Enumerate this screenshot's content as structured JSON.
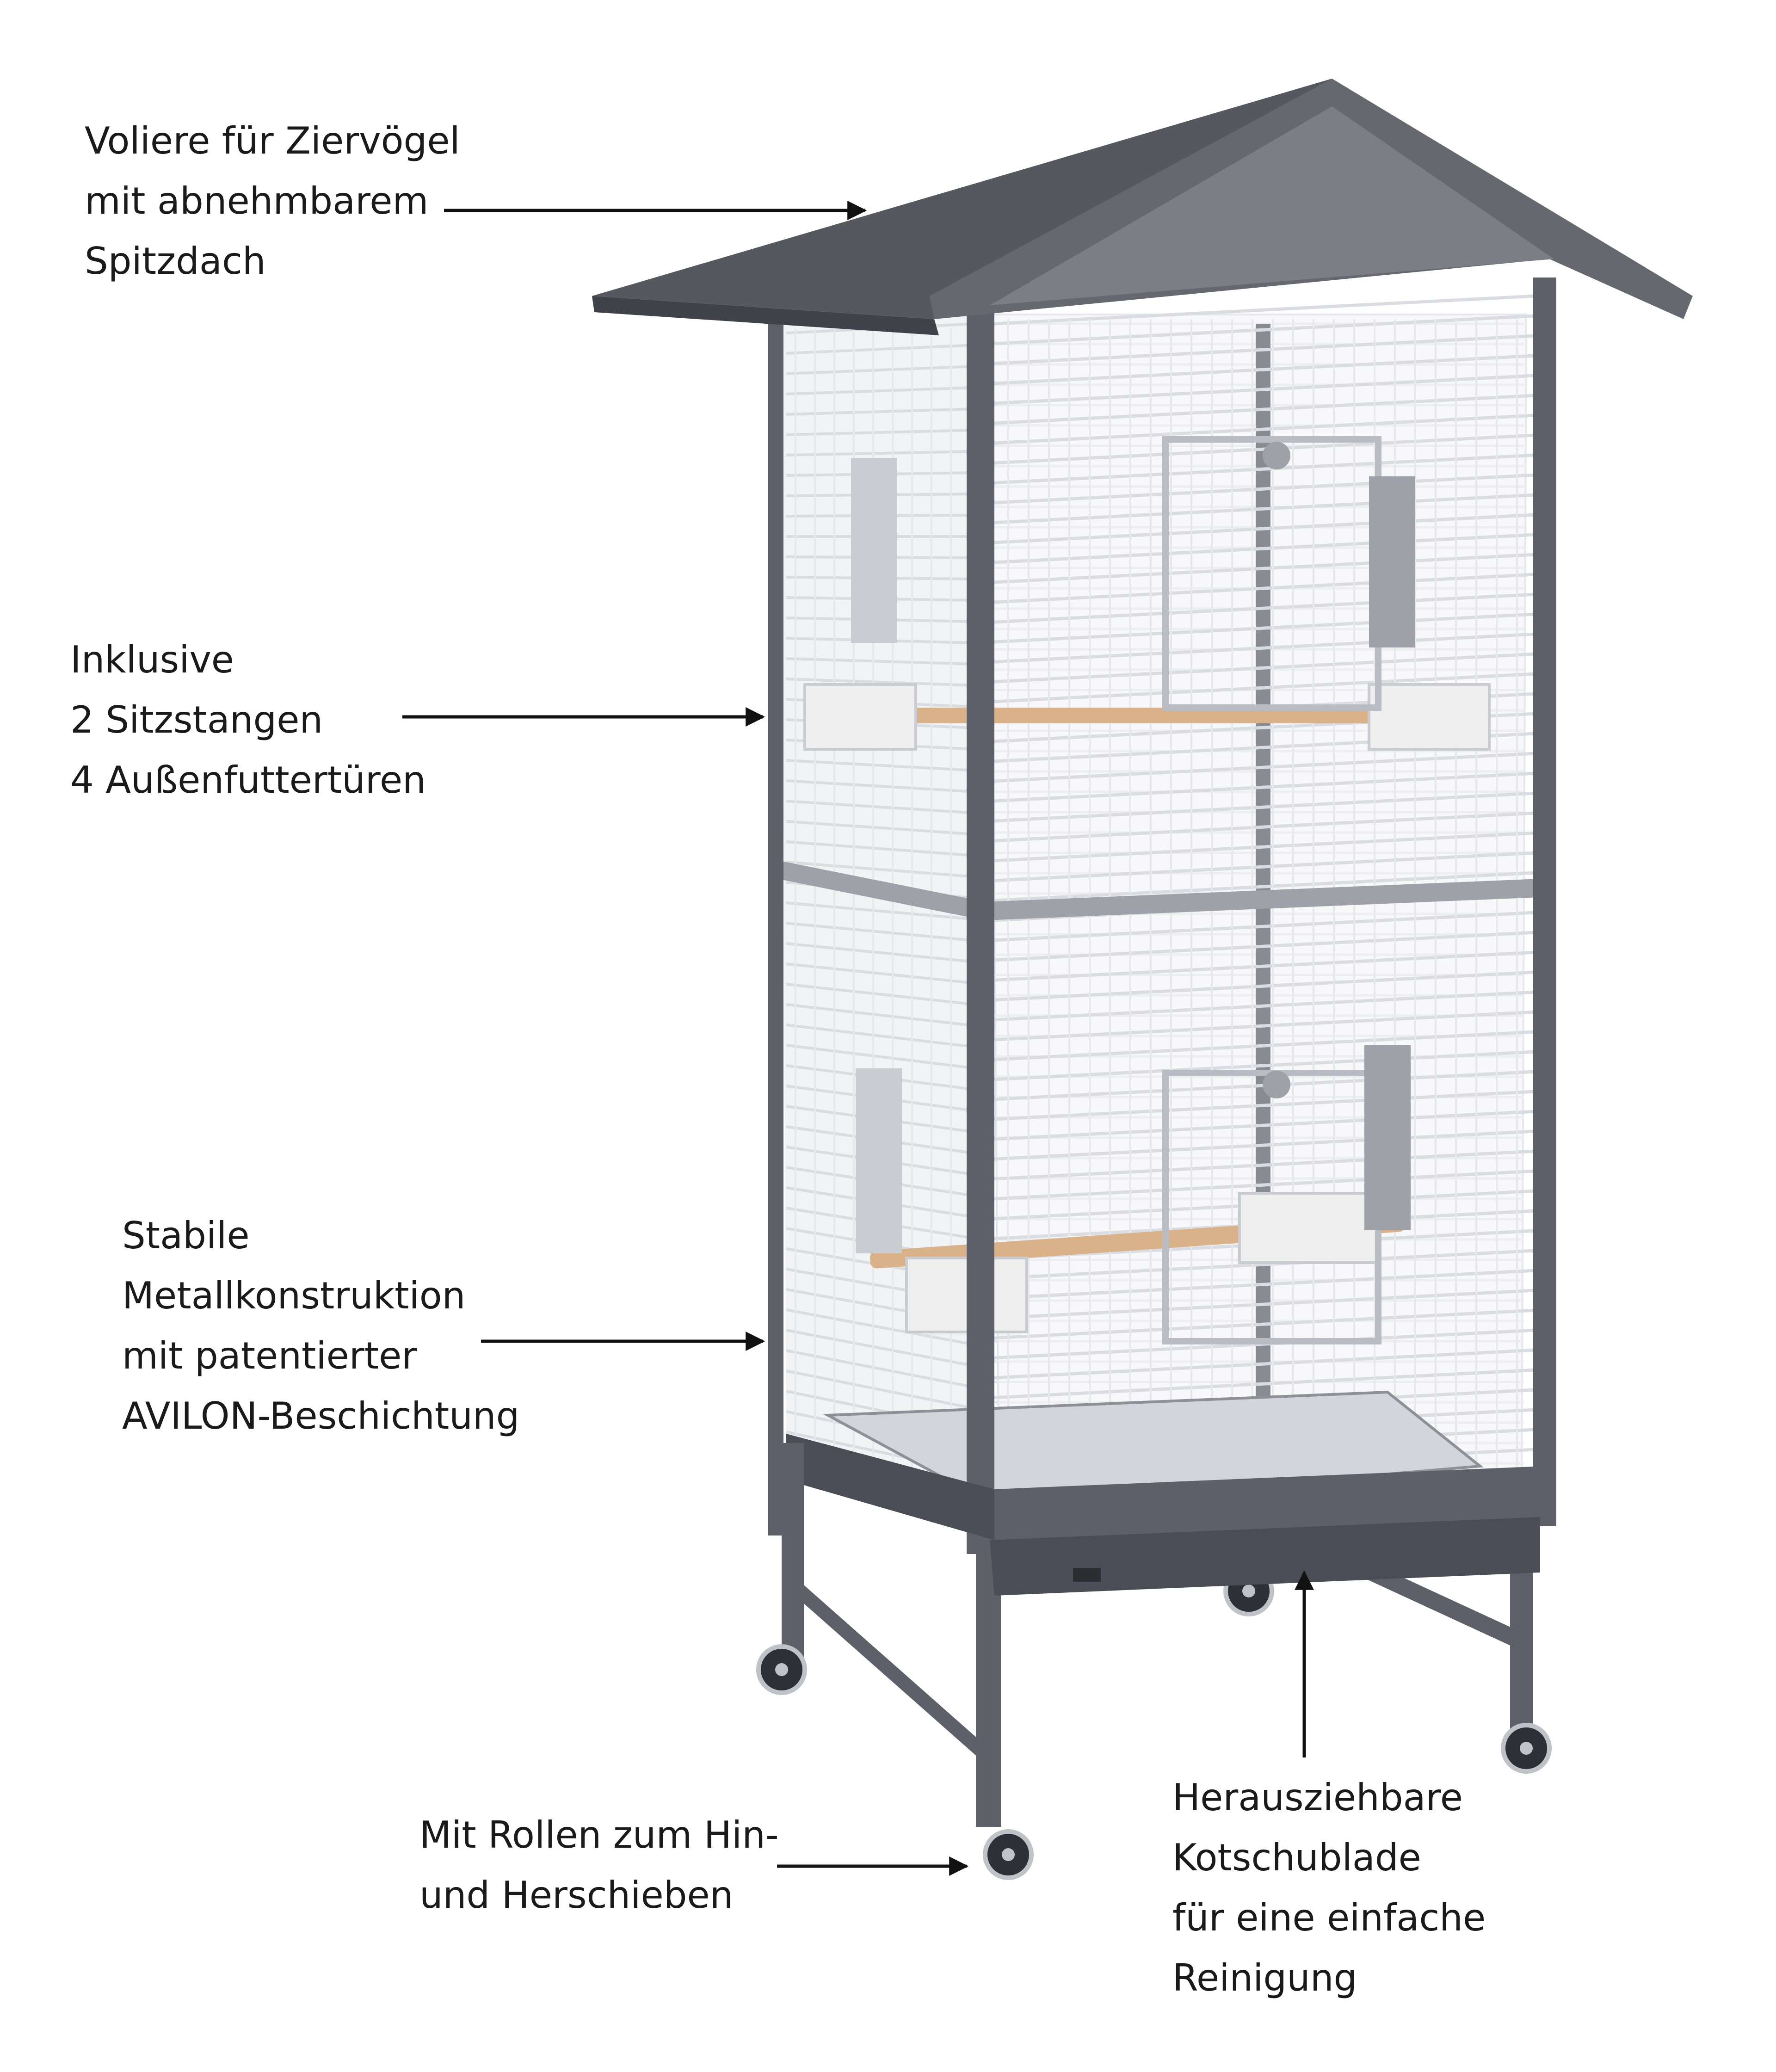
{
  "colors": {
    "frame": "#5d6068",
    "frame_dark": "#4a4d55",
    "roof_top": "#55585f",
    "roof_gable": "#7b7e85",
    "wire": "#d9dce0",
    "perch": "#d9b28a",
    "feeder": "#eeeeee",
    "arrow": "#111111",
    "text": "#1a1a1a"
  },
  "callouts": {
    "roof": {
      "lines": [
        "Voliere für Ziervögel",
        "mit abnehmbarem",
        "Spitzdach"
      ]
    },
    "perches": {
      "lines": [
        "Inklusive",
        "2 Sitzstangen",
        "4 Außenfuttertüren"
      ]
    },
    "construction": {
      "lines": [
        "Stabile",
        "Metallkonstruktion",
        "mit patentierter",
        "AVILON-Beschichtung"
      ]
    },
    "wheels": {
      "lines": [
        "Mit Rollen zum Hin-",
        "und Herschieben"
      ]
    },
    "drawer": {
      "lines": [
        "Herausziehbare",
        "Kotschublade",
        "für eine einfache",
        "Reinigung"
      ]
    }
  }
}
